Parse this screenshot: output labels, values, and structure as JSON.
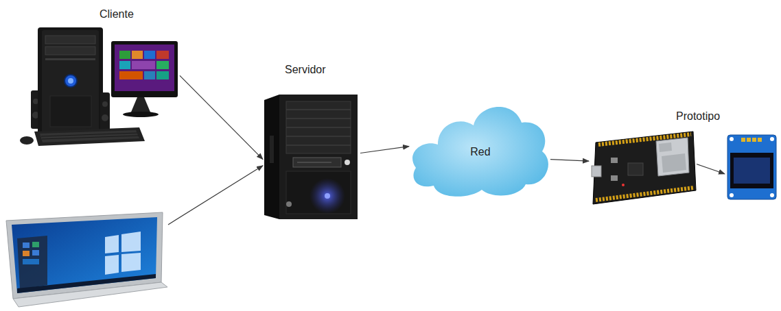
{
  "diagram": {
    "nodes": [
      {
        "text": [
          "Cliente"
        ]
      },
      {
        "text": []
      },
      {
        "text": [
          "Servidor"
        ]
      },
      {
        "text": [
          "Red"
        ]
      },
      {
        "text": [
          "Prototipo"
        ]
      },
      {
        "text": [],
        "in": 4
      },
      {
        "text": [],
        "in": 4
      }
    ],
    "edges": [
      {
        "from": 0,
        "to": 2,
        "arrow": "to"
      },
      {
        "from": 1,
        "to": 2,
        "arrow": "to"
      },
      {
        "from": 2,
        "to": 3,
        "arrow": "to"
      },
      {
        "from": 3,
        "to": 5,
        "arrow": "to"
      },
      {
        "from": 5,
        "to": 6,
        "arrow": "to"
      }
    ]
  }
}
